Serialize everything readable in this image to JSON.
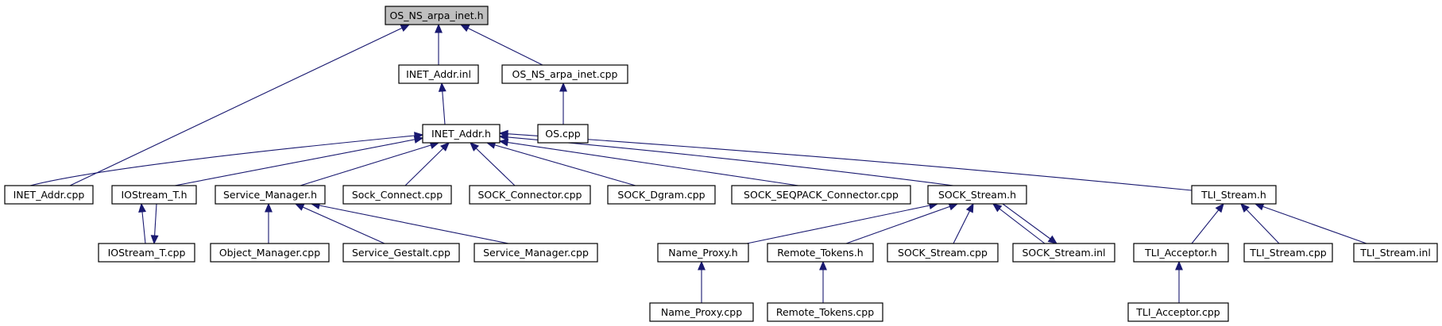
{
  "nodes": {
    "os_ns_arpa_inet_h": "OS_NS_arpa_inet.h",
    "inet_addr_inl": "INET_Addr.inl",
    "os_ns_arpa_inet_cpp": "OS_NS_arpa_inet.cpp",
    "inet_addr_h": "INET_Addr.h",
    "os_cpp": "OS.cpp",
    "inet_addr_cpp": "INET_Addr.cpp",
    "iostream_t_h": "IOStream_T.h",
    "service_manager_h": "Service_Manager.h",
    "sock_connect_cpp": "Sock_Connect.cpp",
    "sock_connector_cpp": "SOCK_Connector.cpp",
    "sock_dgram_cpp": "SOCK_Dgram.cpp",
    "sock_seqpack_connector_cpp": "SOCK_SEQPACK_Connector.cpp",
    "sock_stream_h": "SOCK_Stream.h",
    "tli_stream_h": "TLI_Stream.h",
    "iostream_t_cpp": "IOStream_T.cpp",
    "object_manager_cpp": "Object_Manager.cpp",
    "service_gestalt_cpp": "Service_Gestalt.cpp",
    "service_manager_cpp": "Service_Manager.cpp",
    "name_proxy_h": "Name_Proxy.h",
    "remote_tokens_h": "Remote_Tokens.h",
    "sock_stream_cpp": "SOCK_Stream.cpp",
    "sock_stream_inl": "SOCK_Stream.inl",
    "tli_acceptor_h": "TLI_Acceptor.h",
    "tli_stream_cpp": "TLI_Stream.cpp",
    "tli_stream_inl": "TLI_Stream.inl",
    "name_proxy_cpp": "Name_Proxy.cpp",
    "remote_tokens_cpp": "Remote_Tokens.cpp",
    "tli_acceptor_cpp": "TLI_Acceptor.cpp"
  },
  "edges": [
    [
      "inet_addr_inl",
      "os_ns_arpa_inet_h"
    ],
    [
      "os_ns_arpa_inet_cpp",
      "os_ns_arpa_inet_h"
    ],
    [
      "inet_addr_cpp",
      "os_ns_arpa_inet_h"
    ],
    [
      "inet_addr_h",
      "inet_addr_inl"
    ],
    [
      "os_cpp",
      "os_ns_arpa_inet_cpp"
    ],
    [
      "inet_addr_cpp",
      "inet_addr_h"
    ],
    [
      "iostream_t_h",
      "inet_addr_h"
    ],
    [
      "service_manager_h",
      "inet_addr_h"
    ],
    [
      "sock_connect_cpp",
      "inet_addr_h"
    ],
    [
      "sock_connector_cpp",
      "inet_addr_h"
    ],
    [
      "sock_dgram_cpp",
      "inet_addr_h"
    ],
    [
      "sock_seqpack_connector_cpp",
      "inet_addr_h"
    ],
    [
      "sock_stream_h",
      "inet_addr_h"
    ],
    [
      "tli_stream_h",
      "inet_addr_h"
    ],
    [
      "iostream_t_cpp",
      "iostream_t_h"
    ],
    [
      "iostream_t_h",
      "iostream_t_cpp"
    ],
    [
      "object_manager_cpp",
      "service_manager_h"
    ],
    [
      "service_gestalt_cpp",
      "service_manager_h"
    ],
    [
      "service_manager_cpp",
      "service_manager_h"
    ],
    [
      "name_proxy_h",
      "sock_stream_h"
    ],
    [
      "remote_tokens_h",
      "sock_stream_h"
    ],
    [
      "sock_stream_cpp",
      "sock_stream_h"
    ],
    [
      "sock_stream_inl",
      "sock_stream_h"
    ],
    [
      "sock_stream_h",
      "sock_stream_inl"
    ],
    [
      "tli_acceptor_h",
      "tli_stream_h"
    ],
    [
      "tli_stream_cpp",
      "tli_stream_h"
    ],
    [
      "tli_stream_inl",
      "tli_stream_h"
    ],
    [
      "name_proxy_cpp",
      "name_proxy_h"
    ],
    [
      "remote_tokens_cpp",
      "remote_tokens_h"
    ],
    [
      "tli_acceptor_cpp",
      "tli_acceptor_h"
    ]
  ]
}
